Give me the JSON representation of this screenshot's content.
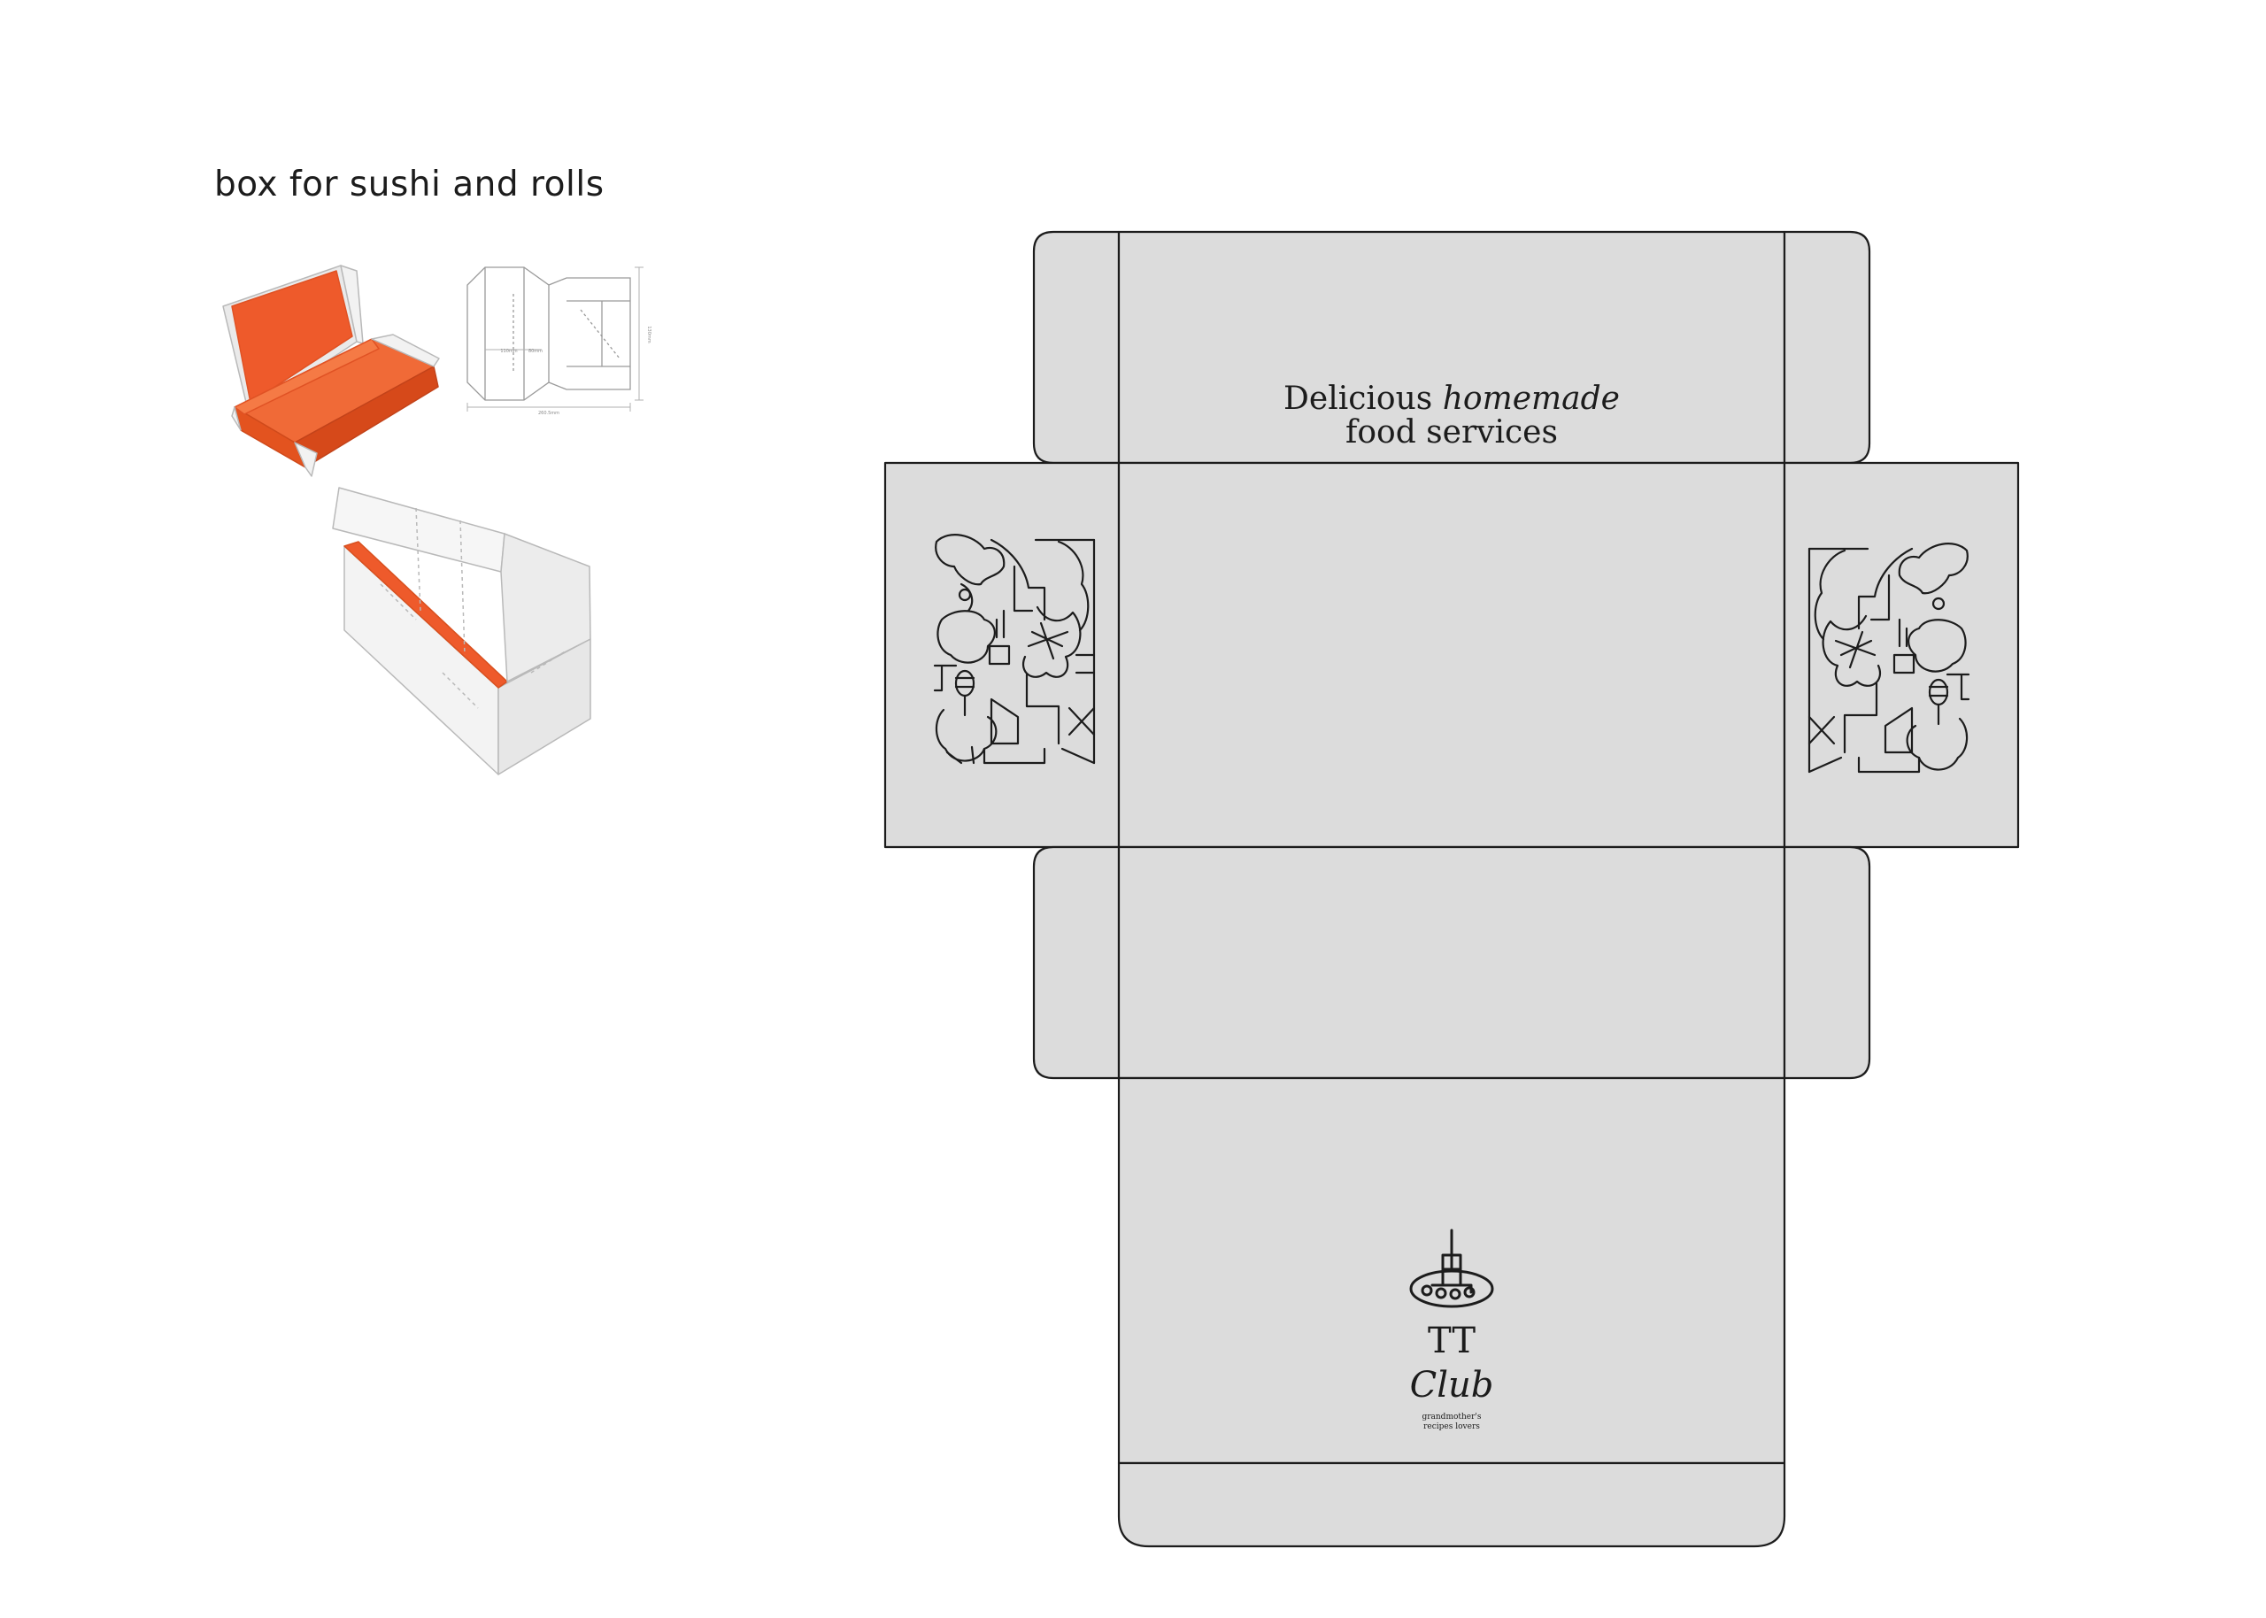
{
  "header": {
    "title": "box for sushi and rolls"
  },
  "reference_drawing": {
    "dims": {
      "a": "110mm",
      "b": "80mm",
      "c": "260.5mm",
      "d": "130mm"
    }
  },
  "lid_panel": {
    "line1_regular": "Delicious ",
    "line1_italic": "homemade",
    "line2": "food services"
  },
  "logo": {
    "tt": "TT",
    "club": "Club",
    "tagline1": "grandmother's",
    "tagline2": "recipes lovers"
  },
  "colors": {
    "panel_fill": "#dcdcdc",
    "line": "#1c1c1c",
    "box_orange": "#ee5a2b",
    "box_white": "#f2f2f2"
  }
}
